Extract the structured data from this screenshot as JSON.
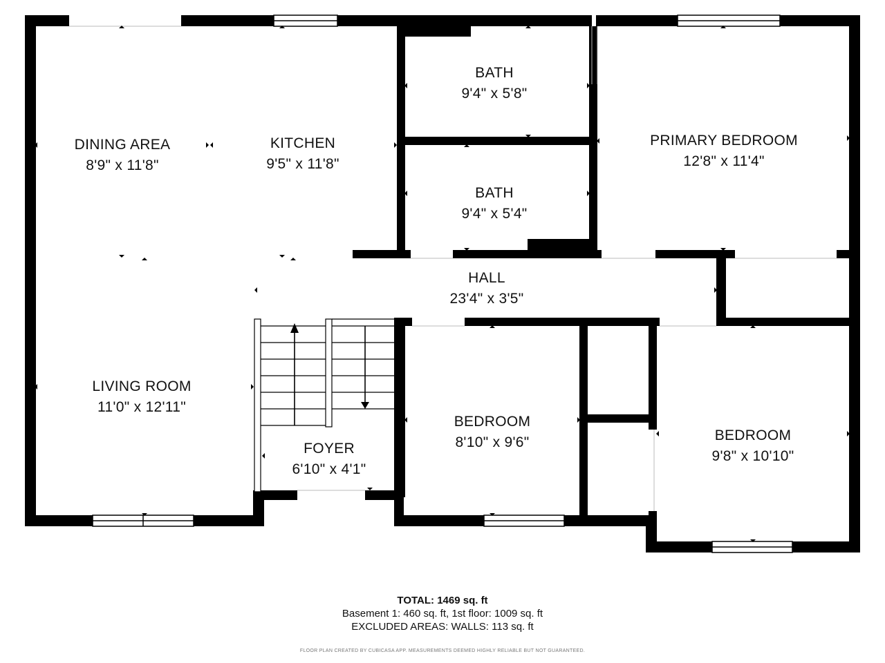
{
  "rooms": {
    "dining": {
      "name": "DINING AREA",
      "dims": "8'9\" x 11'8\""
    },
    "kitchen": {
      "name": "KITCHEN",
      "dims": "9'5\" x 11'8\""
    },
    "bath1": {
      "name": "BATH",
      "dims": "9'4\" x 5'8\""
    },
    "bath2": {
      "name": "BATH",
      "dims": "9'4\" x 5'4\""
    },
    "primary": {
      "name": "PRIMARY BEDROOM",
      "dims": "12'8\" x 11'4\""
    },
    "hall": {
      "name": "HALL",
      "dims": "23'4\" x 3'5\""
    },
    "living": {
      "name": "LIVING ROOM",
      "dims": "11'0\" x 12'11\""
    },
    "foyer": {
      "name": "FOYER",
      "dims": "6'10\" x 4'1\""
    },
    "bedroom1": {
      "name": "BEDROOM",
      "dims": "8'10\" x 9'6\""
    },
    "bedroom2": {
      "name": "BEDROOM",
      "dims": "9'8\" x 10'10\""
    }
  },
  "summary": {
    "total": "TOTAL: 1469 sq. ft",
    "floors": "Basement 1: 460 sq. ft, 1st floor: 1009 sq. ft",
    "excluded": "EXCLUDED AREAS: WALLS: 113 sq. ft",
    "credit": "FLOOR PLAN CREATED BY CUBICASA APP. MEASUREMENTS DEEMED HIGHLY RELIABLE BUT NOT GUARANTEED."
  },
  "colors": {
    "wall": "#000000",
    "background": "#ffffff",
    "window": "#ffffff"
  }
}
